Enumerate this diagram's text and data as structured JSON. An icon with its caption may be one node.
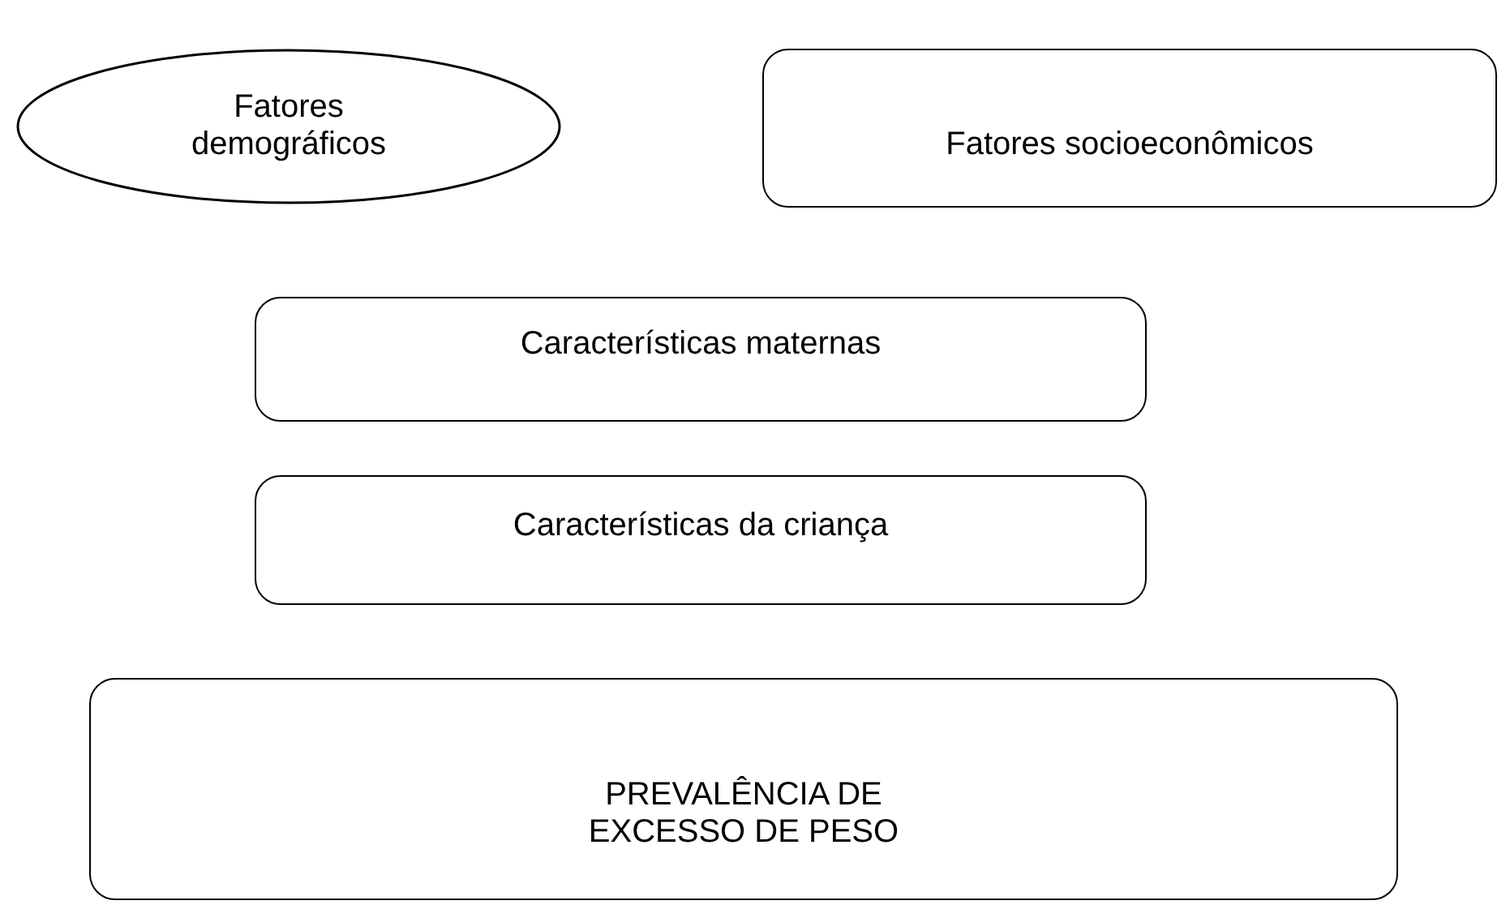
{
  "diagram": {
    "nodes": [
      {
        "text": [
          "Fatores demográficos"
        ]
      },
      {
        "text": [
          "Fatores socioeconômicos"
        ]
      },
      {
        "text": [
          "Características maternas"
        ]
      },
      {
        "text": [
          "Características da criança"
        ]
      },
      {
        "text": [
          "PREVALÊNCIA DE EXCESSO DE PESO"
        ]
      }
    ]
  }
}
